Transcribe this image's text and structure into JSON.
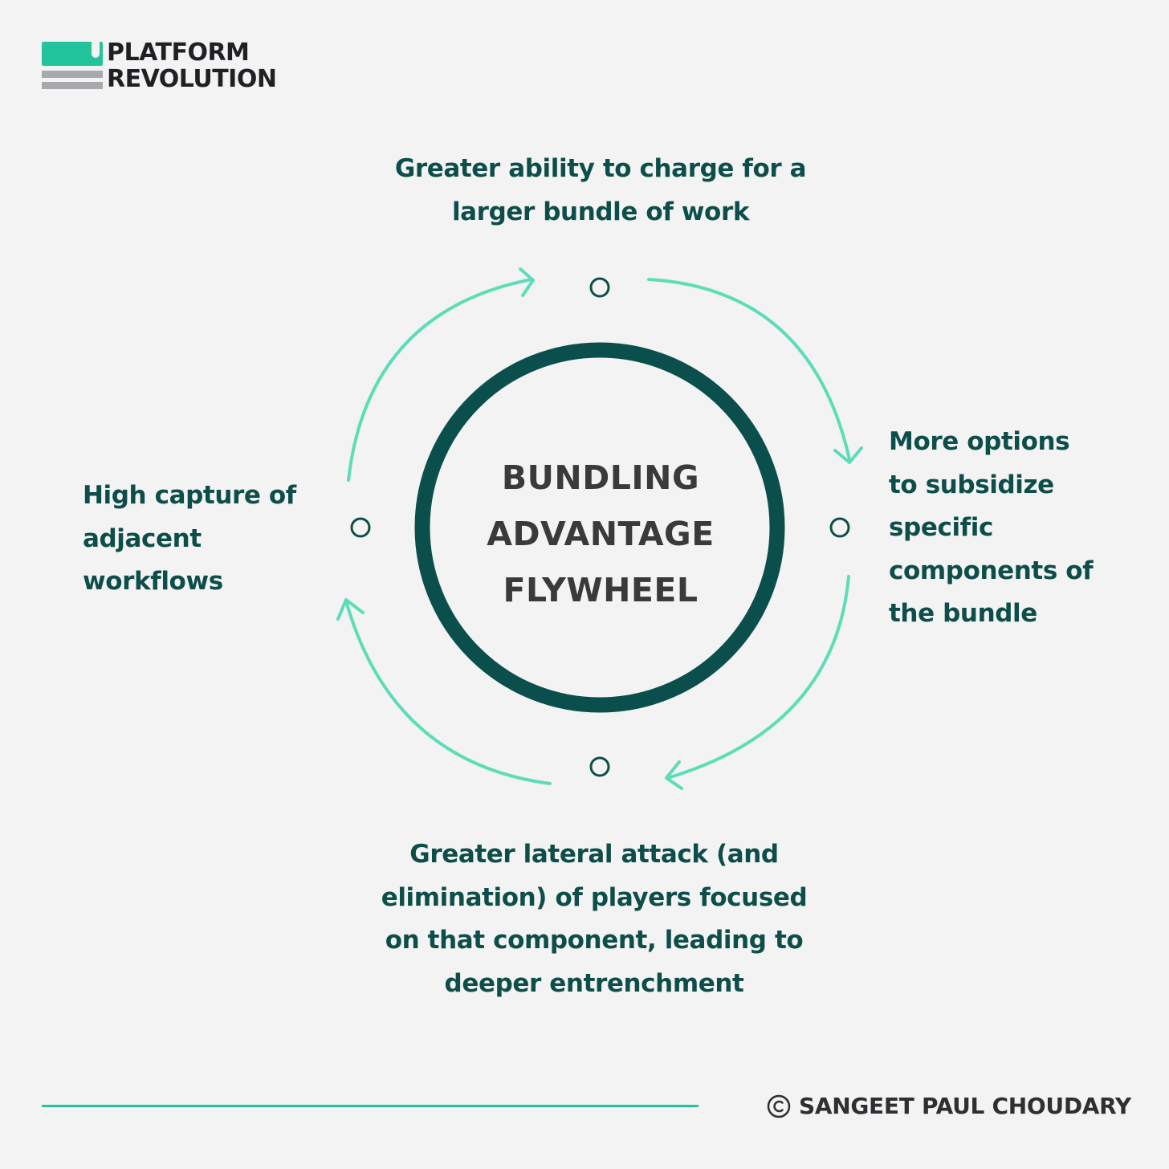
{
  "logo": {
    "line1": "PLATFORM",
    "line2": "REVOLUTION"
  },
  "center": {
    "lines": [
      "BUNDLING",
      "ADVANTAGE",
      "FLYWHEEL"
    ]
  },
  "nodes": {
    "top": [
      "Greater ability to charge for a",
      "larger bundle of work"
    ],
    "right": [
      "More options",
      "to subsidize",
      "specific",
      "components of",
      "the bundle"
    ],
    "bottom": [
      "Greater lateral attack (and",
      "elimination) of players focused",
      "on that component, leading to",
      "deeper entrenchment"
    ],
    "left": [
      "High capture of",
      "adjacent",
      "workflows"
    ]
  },
  "footer": {
    "copyright": "SANGEET PAUL CHOUDARY"
  },
  "colors": {
    "background": "#f3f3f3",
    "accent": "#5ddcb8",
    "dark_teal": "#0b4f4c",
    "logo_green": "#22c49c",
    "logo_gray": "#a7a9ad"
  }
}
